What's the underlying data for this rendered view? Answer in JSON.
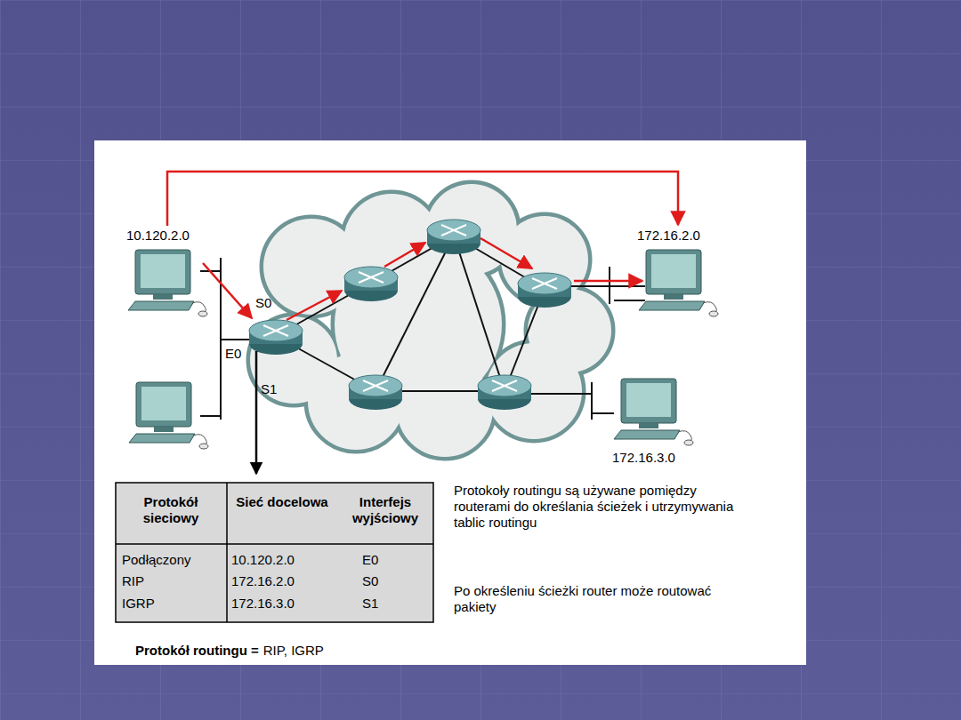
{
  "diagram": {
    "nodes": [
      {
        "text": [
          "10.120.2.0"
        ]
      },
      {
        "text": [
          "172.16.2.0"
        ]
      },
      {
        "text": [
          "172.16.3.0"
        ]
      }
    ],
    "edges": [
      {
        "from": 0,
        "to": 1,
        "arrow": "to"
      }
    ],
    "labels": [
      "S0",
      "E0",
      "S1",
      "Protokół sieciowy",
      "Sieć docelowa",
      "Interfejs wyjściowy",
      "Podłączony",
      "10.120.2.0",
      "E0",
      "RIP",
      "172.16.2.0",
      "S0",
      "IGRP",
      "172.16.3.0",
      "S1",
      "Protokoły routingu są używane pomiędzy routerami do określania ścieżek i utrzymywania tablic routingu",
      "Po określeniu ścieżki router może routować pakiety",
      "Protokół routingu =",
      "RIP, IGRP"
    ]
  }
}
